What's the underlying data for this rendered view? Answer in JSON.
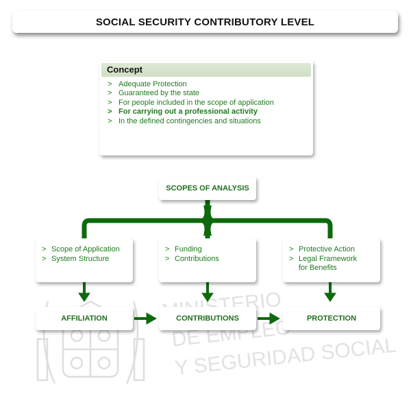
{
  "title": "SOCIAL SECURITY CONTRIBUTORY LEVEL",
  "concept": {
    "heading": "Concept",
    "items": [
      {
        "text": "Adequate Protection"
      },
      {
        "text": "Guaranteed by the state"
      },
      {
        "text": "For people included in the scope of application"
      },
      {
        "text": "For carrying out a professional activity"
      },
      {
        "text": "In the defined contingencies and situations"
      }
    ]
  },
  "bullet": ">",
  "scopes": "SCOPES OF ANALYSIS",
  "left_box": {
    "items": [
      "Scope of Application",
      "System Structure"
    ]
  },
  "mid_box": {
    "items": [
      "Funding",
      "Contributions"
    ]
  },
  "right_box": {
    "items": [
      "Protective Action",
      "Legal Framework",
      "for Benefits"
    ]
  },
  "results": {
    "affiliation": "AFFILIATION",
    "contributions": "CONTRIBUTIONS",
    "protection": "PROTECTION"
  },
  "watermark": {
    "lines": [
      "MINISTERIO",
      "DE EMPLEO",
      "Y SEGURIDAD SOCIAL"
    ],
    "color": "#dcdcdc"
  },
  "colors": {
    "accent_green": "#1e7a1e",
    "connector_green": "#0c6a0c",
    "header_bg": "#d6e4cb"
  }
}
